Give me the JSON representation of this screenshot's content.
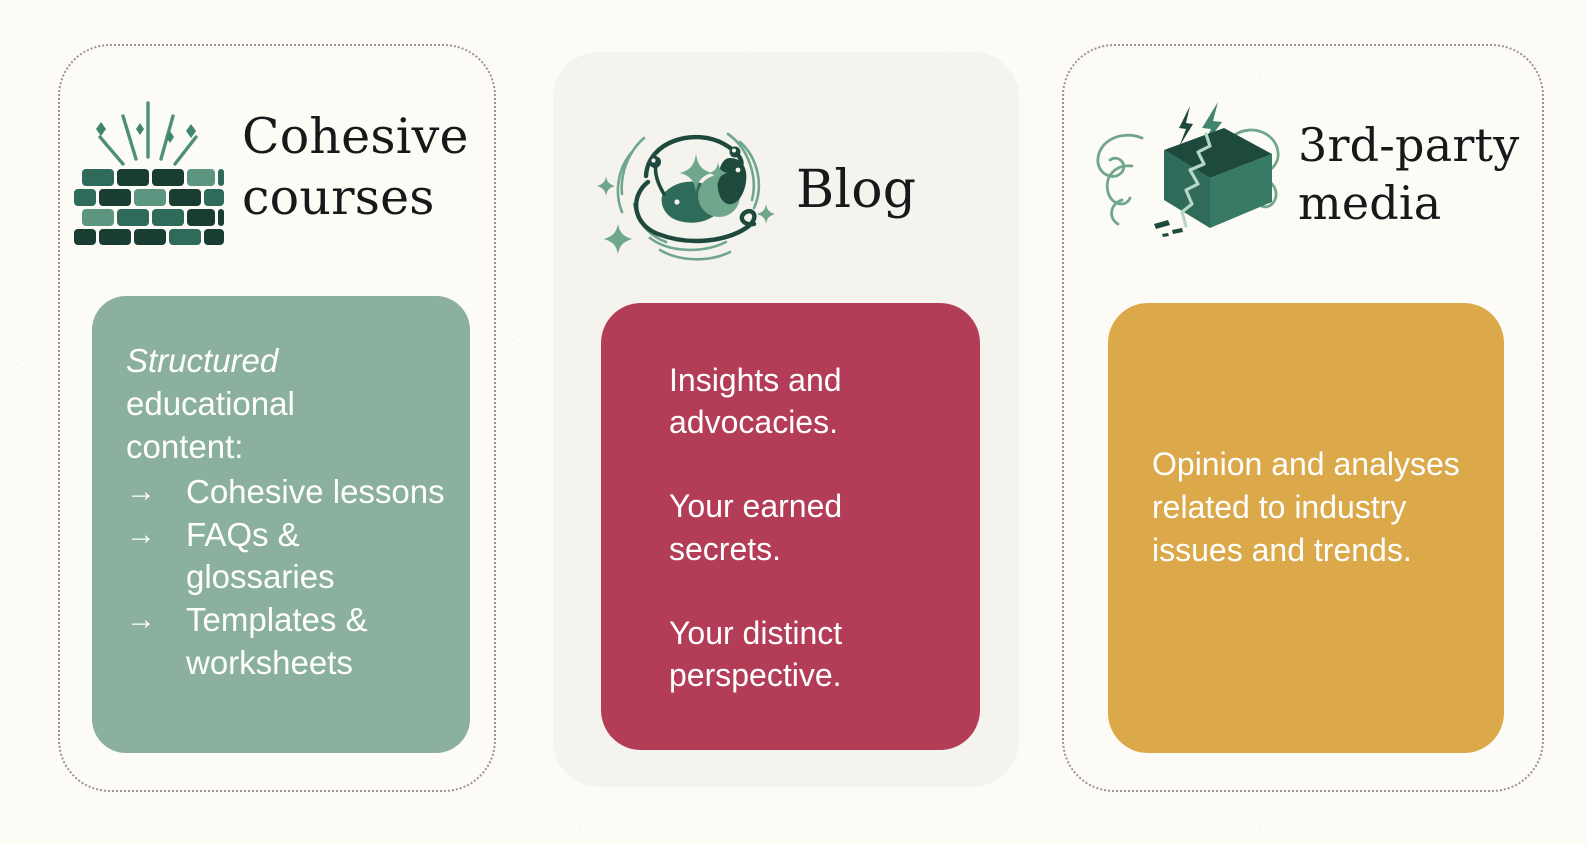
{
  "theme": {
    "page_background": "#FDFBF6",
    "panel_background": "#F5F3EE",
    "dotted_border": "#9A958C",
    "title_color": "#16181A",
    "sage_green": "#8CB09E",
    "crimson": "#B33D57",
    "gold": "#DBA94A",
    "icon_dark_green": "#1E4A3D",
    "icon_mid_green": "#2E6B5A",
    "icon_light_green": "#6FA68C",
    "text_on_block": "#FFFFFF"
  },
  "cards": [
    {
      "id": "cohesive-courses",
      "title": "Cohesive\ncourses",
      "title_line_1": "Cohesive",
      "title_line_2": "courses",
      "icon_name": "brick-wall-sparkle-icon",
      "panel_style": "dotted",
      "block_color": "#8CB09E",
      "body": {
        "emphasis": "Structured",
        "lead": "educational content:",
        "lead_line_1": "educational",
        "lead_line_2": "content:",
        "bullet_marker": "→",
        "bullets": [
          "Cohesive lessons",
          "FAQs & glossaries",
          "Templates & worksheets"
        ]
      }
    },
    {
      "id": "blog",
      "title": "Blog",
      "icon_name": "snakes-swirl-sparkle-icon",
      "panel_style": "solid",
      "block_color": "#B33D57",
      "body": {
        "paragraphs": [
          "Insights and advocacies.",
          "Your earned secrets.",
          "Your distinct perspective."
        ]
      }
    },
    {
      "id": "third-party-media",
      "title": "3rd-party\nmedia",
      "title_line_1": "3rd-party",
      "title_line_2": "media",
      "icon_name": "cracked-box-lightning-icon",
      "panel_style": "dotted",
      "block_color": "#DBA94A",
      "body": {
        "paragraphs": [
          "Opinion and analyses related to industry issues and trends."
        ]
      }
    }
  ]
}
